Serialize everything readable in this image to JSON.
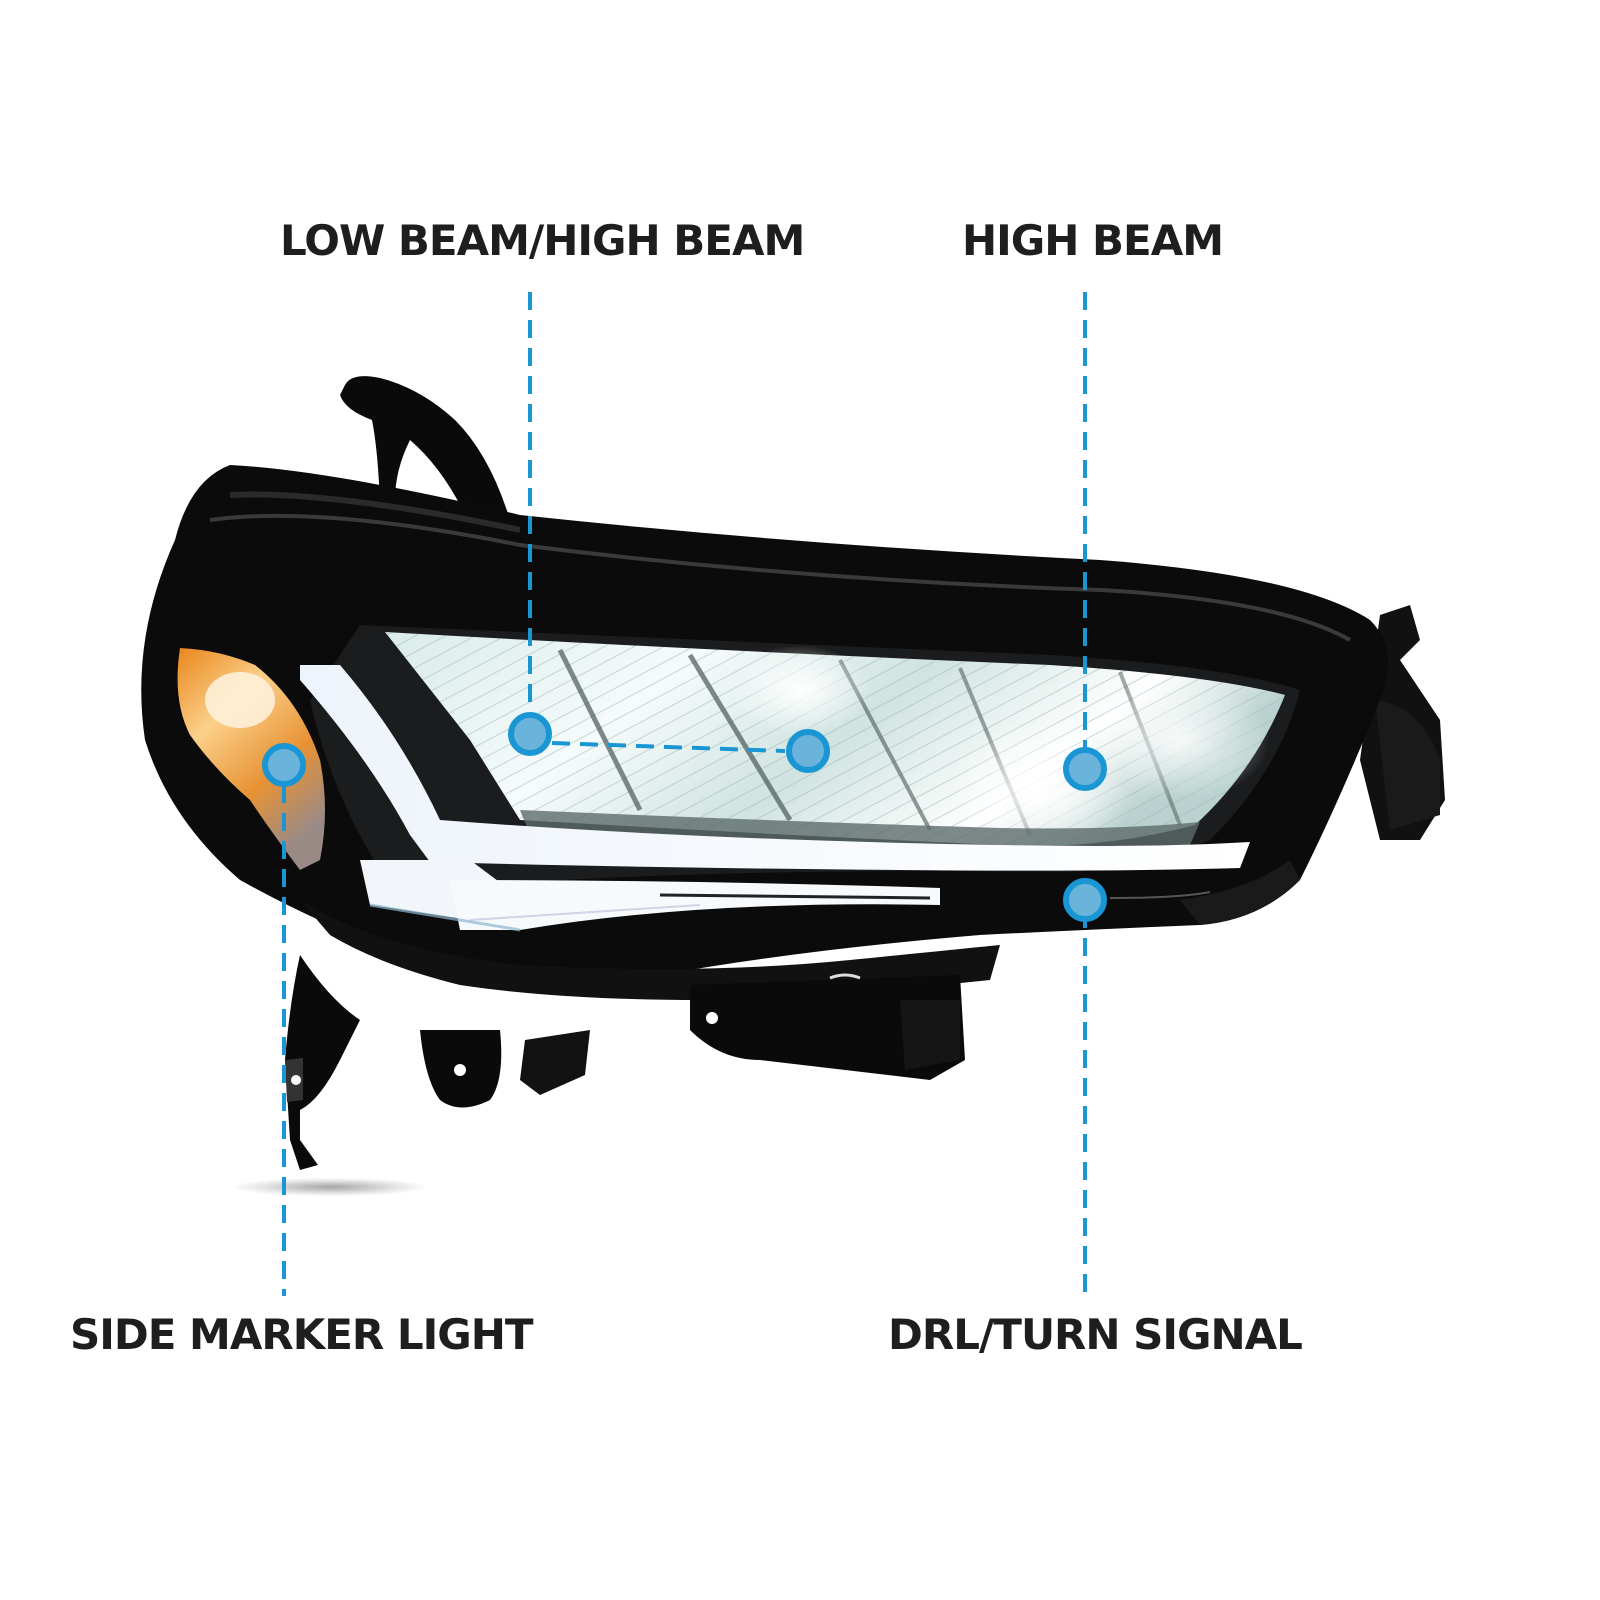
{
  "labels": {
    "low_high_beam": "LOW BEAM/HIGH BEAM",
    "high_beam": "HIGH BEAM",
    "side_marker": "SIDE MARKER LIGHT",
    "drl_turn": "DRL/TURN SIGNAL"
  },
  "colors": {
    "callout_line": "#1a96d4",
    "callout_dot_fill": "#6ab4dc",
    "callout_dot_ring": "#1a96d4",
    "label_text": "#1e1e1e",
    "housing": "#0b0b0c",
    "amber": "#f0a030",
    "led_white": "#f4fbfd"
  },
  "icons": {
    "callout_marker": "circle-dot-icon"
  }
}
